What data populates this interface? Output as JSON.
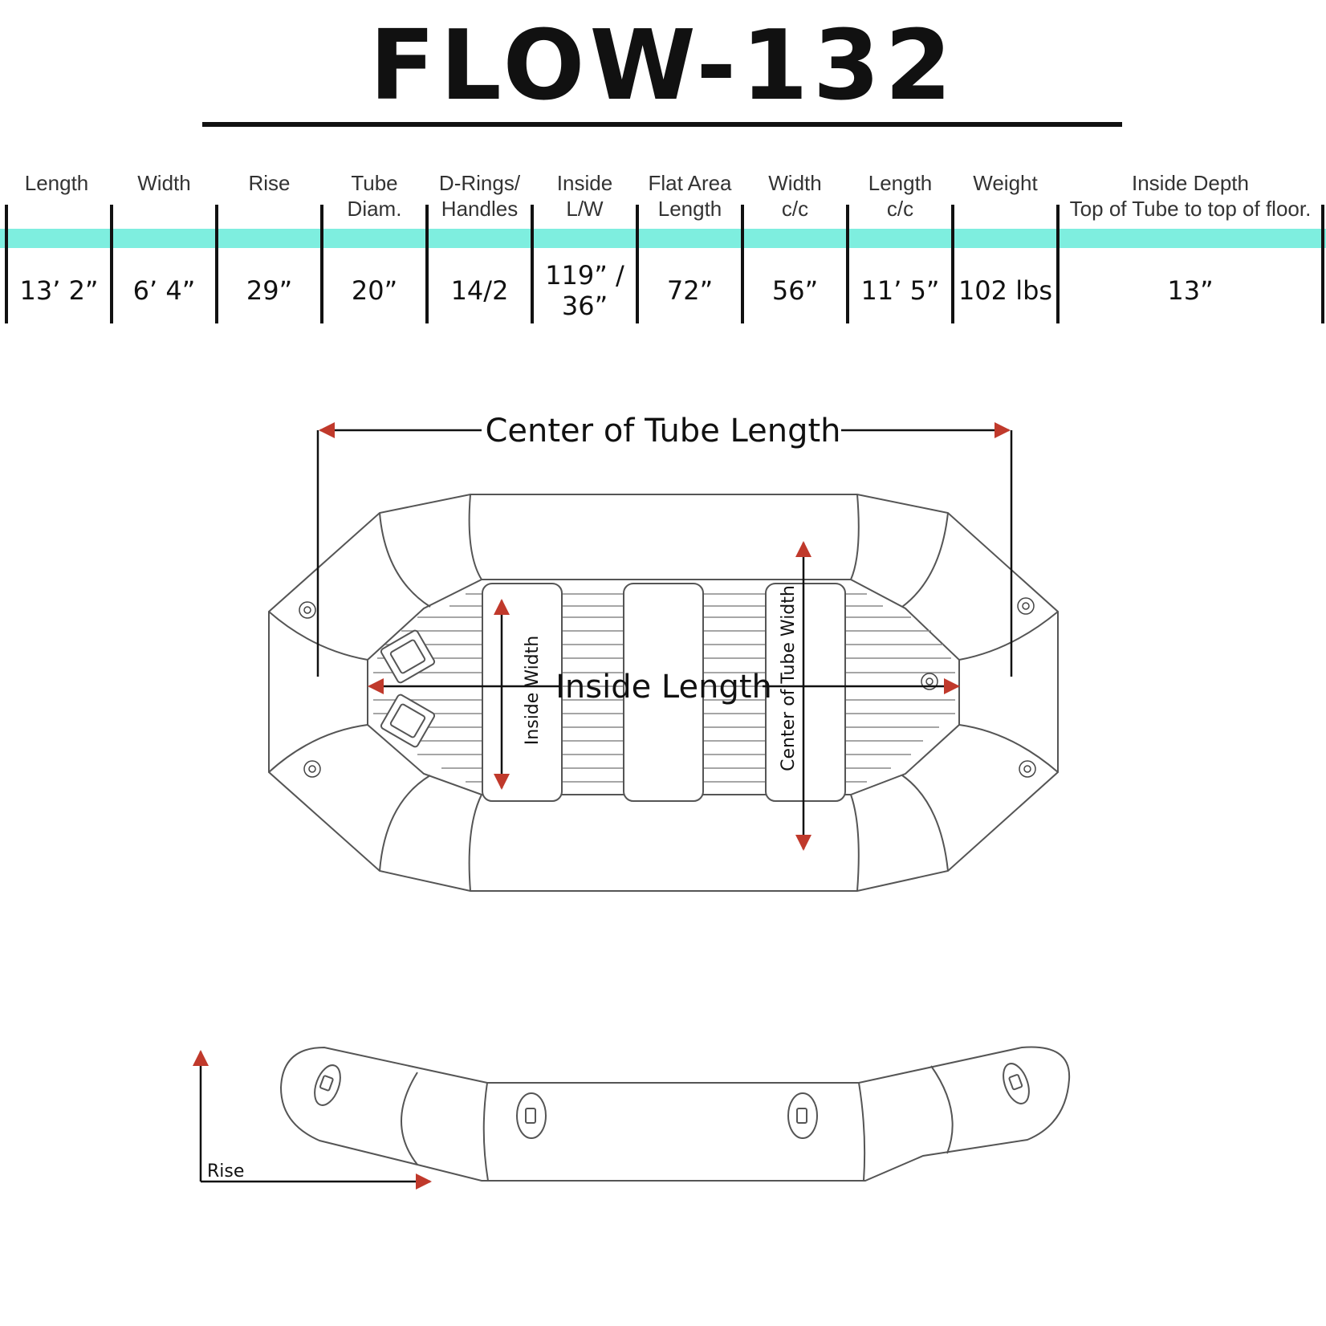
{
  "title": "FLOW-132",
  "specs": [
    {
      "header": "Length",
      "value": "13’ 2”"
    },
    {
      "header": "Width",
      "value": "6’ 4”"
    },
    {
      "header": "Rise",
      "value": "29”"
    },
    {
      "header": "Tube\nDiam.",
      "value": "20”"
    },
    {
      "header": "D-Rings/\nHandles",
      "value": "14/2"
    },
    {
      "header": "Inside\nL/W",
      "value": "119” /\n36”"
    },
    {
      "header": "Flat Area\nLength",
      "value": "72”"
    },
    {
      "header": "Width\nc/c",
      "value": "56”"
    },
    {
      "header": "Length\nc/c",
      "value": "11’ 5”"
    },
    {
      "header": "Weight",
      "value": "102 lbs"
    },
    {
      "header": "Inside Depth\nTop of Tube to top of floor.",
      "value": "13”"
    }
  ],
  "diagram_labels": {
    "center_of_tube_length": "Center of Tube Length",
    "inside_length": "Inside Length",
    "inside_width": "Inside Width",
    "center_of_tube_width": "Center of Tube Width",
    "rise": "Rise"
  },
  "colors": {
    "band": "#7eeedf",
    "arrow": "#c0392b",
    "outline": "#555555"
  }
}
